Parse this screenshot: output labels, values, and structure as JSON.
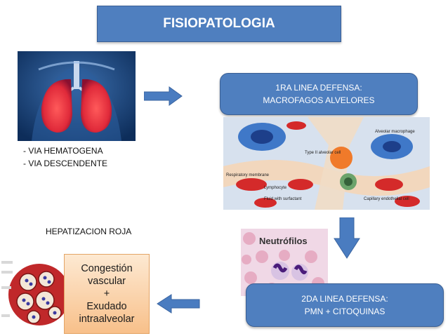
{
  "title": "FISIOPATOLOGIA",
  "routes": [
    "-   VIA HEMATOGENA",
    "-   VIA DESCENDENTE"
  ],
  "first_defense": {
    "line1": "1RA LINEA DEFENSA:",
    "line2": "MACROFAGOS ALVELORES"
  },
  "micro_labels": {
    "alveolar_macrophage": "Alveolar macrophage",
    "type_ii_cell": "Type II alveolar cell",
    "respiratory_membrane": "Respiratory membrane",
    "lymphocyte": "Lymphocyte",
    "fluid_surfactant": "Fluid with surfactant",
    "capillary_cell": "Capillary endothelial cell"
  },
  "neutrophils_label": "Neutrófilos",
  "second_defense": {
    "line1": "2DA LINEA DEFENSA:",
    "line2": "PMN + CITOQUINAS"
  },
  "hepatization_label": "HEPATIZACION ROJA",
  "congestion_lines": [
    "Congestión",
    "vascular",
    "+",
    "Exudado",
    "intraalveolar"
  ],
  "colors": {
    "box_blue": "#4f7fbf",
    "arrow_blue": "#4a7cc0",
    "orange_box": "#f8c08a"
  }
}
